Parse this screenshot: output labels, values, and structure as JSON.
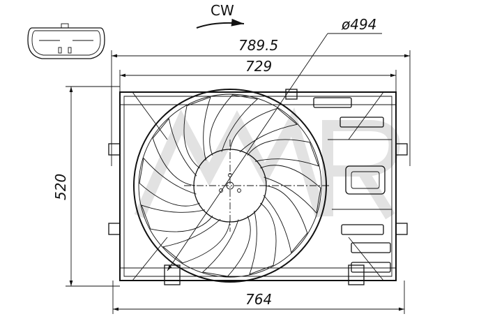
{
  "rotation_label": "CW",
  "dimensions": {
    "overall_width": "789.5",
    "frame_width": "729",
    "height": "520",
    "bottom_width": "764",
    "fan_diameter": "ø494"
  },
  "fan": {
    "blade_count": 12
  },
  "colors": {
    "line": "#111111",
    "watermark": "#e2e2e2",
    "background": "#ffffff"
  }
}
